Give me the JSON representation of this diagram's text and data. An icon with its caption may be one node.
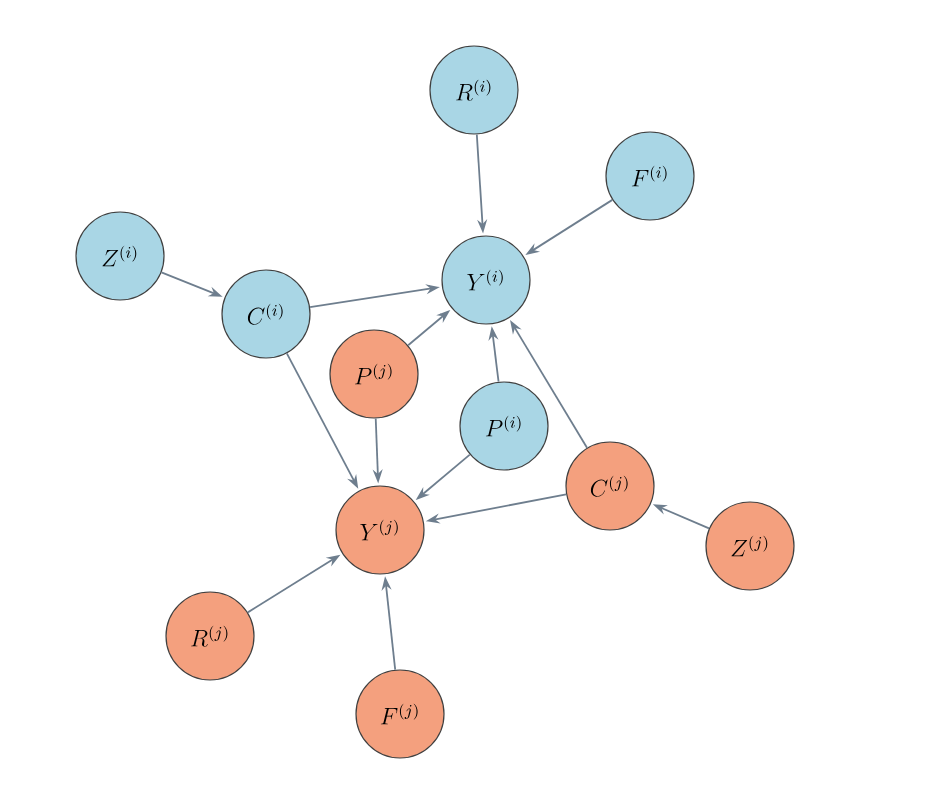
{
  "diagram": {
    "nodes": [
      {
        "text": [
          "R^{(i)}"
        ]
      },
      {
        "text": [
          "F^{(i)}"
        ]
      },
      {
        "text": [
          "Z^{(i)}"
        ]
      },
      {
        "text": [
          "C^{(i)}"
        ]
      },
      {
        "text": [
          "Y^{(i)}"
        ]
      },
      {
        "text": [
          "P^{(j)}"
        ]
      },
      {
        "text": [
          "P^{(i)}"
        ]
      },
      {
        "text": [
          "C^{(j)}"
        ]
      },
      {
        "text": [
          "Y^{(j)}"
        ]
      },
      {
        "text": [
          "Z^{(j)}"
        ]
      },
      {
        "text": [
          "R^{(j)}"
        ]
      },
      {
        "text": [
          "F^{(j)}"
        ]
      }
    ],
    "edges": [
      {
        "from": 0,
        "to": 4,
        "arrow": "to"
      },
      {
        "from": 1,
        "to": 4,
        "arrow": "to"
      },
      {
        "from": 2,
        "to": 3,
        "arrow": "to"
      },
      {
        "from": 3,
        "to": 4,
        "arrow": "to"
      },
      {
        "from": 3,
        "to": 8,
        "arrow": "to"
      },
      {
        "from": 5,
        "to": 4,
        "arrow": "to"
      },
      {
        "from": 5,
        "to": 8,
        "arrow": "to"
      },
      {
        "from": 6,
        "to": 4,
        "arrow": "to"
      },
      {
        "from": 6,
        "to": 8,
        "arrow": "to"
      },
      {
        "from": 7,
        "to": 4,
        "arrow": "to"
      },
      {
        "from": 7,
        "to": 8,
        "arrow": "to"
      },
      {
        "from": 9,
        "to": 7,
        "arrow": "to"
      },
      {
        "from": 10,
        "to": 8,
        "arrow": "to"
      },
      {
        "from": 11,
        "to": 8,
        "arrow": "to"
      }
    ]
  }
}
